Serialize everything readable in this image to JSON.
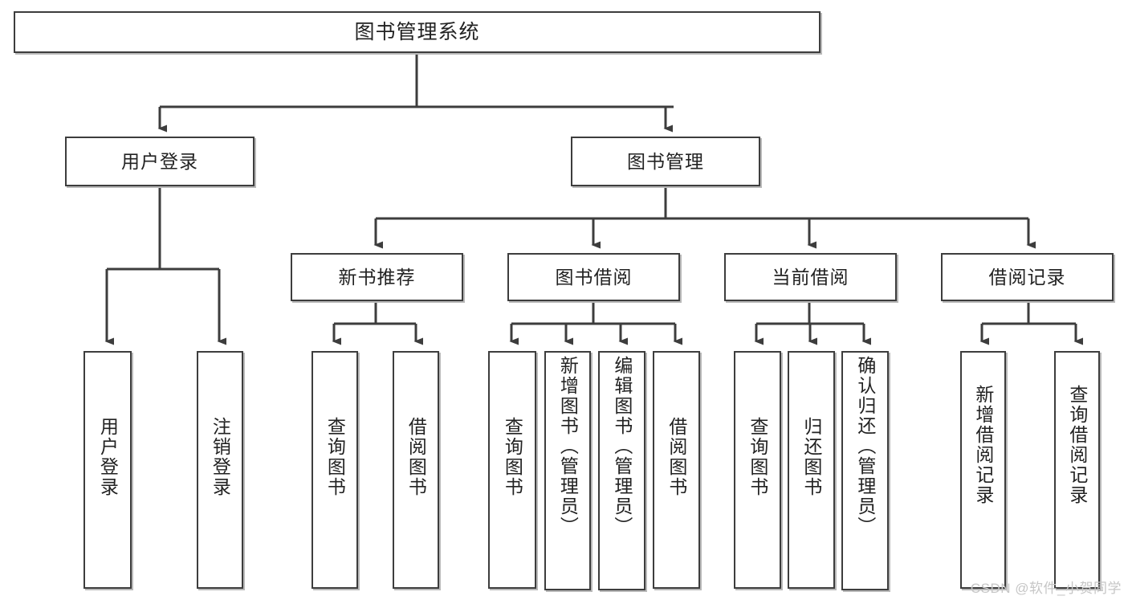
{
  "diagram": {
    "type": "tree-functional-decomposition",
    "root": {
      "id": "root",
      "label": "图书管理系统"
    },
    "level2": [
      {
        "id": "login",
        "label": "用户登录"
      },
      {
        "id": "bookmgmt",
        "label": "图书管理"
      }
    ],
    "level3": [
      {
        "id": "newbook",
        "label": "新书推荐",
        "parent": "bookmgmt"
      },
      {
        "id": "borrow",
        "label": "图书借阅",
        "parent": "bookmgmt"
      },
      {
        "id": "current",
        "label": "当前借阅",
        "parent": "bookmgmt"
      },
      {
        "id": "record",
        "label": "借阅记录",
        "parent": "bookmgmt"
      }
    ],
    "leaves": [
      {
        "id": "leaf-user-login",
        "label": "用户登录",
        "parent": "login"
      },
      {
        "id": "leaf-user-logout",
        "label": "注销登录",
        "parent": "login"
      },
      {
        "id": "leaf-newbook-query",
        "label": "查询图书",
        "parent": "newbook"
      },
      {
        "id": "leaf-newbook-borrow",
        "label": "借阅图书",
        "parent": "newbook"
      },
      {
        "id": "leaf-borrow-query",
        "label": "查询图书",
        "parent": "borrow"
      },
      {
        "id": "leaf-borrow-add",
        "label": "新增图书（管理员）",
        "parent": "borrow"
      },
      {
        "id": "leaf-borrow-edit",
        "label": "编辑图书（管理员）",
        "parent": "borrow"
      },
      {
        "id": "leaf-borrow-lend",
        "label": "借阅图书",
        "parent": "borrow"
      },
      {
        "id": "leaf-current-query",
        "label": "查询图书",
        "parent": "current"
      },
      {
        "id": "leaf-current-return",
        "label": "归还图书",
        "parent": "current"
      },
      {
        "id": "leaf-current-confirm",
        "label": "确认归还（管理员）",
        "parent": "current"
      },
      {
        "id": "leaf-record-add",
        "label": "新增借阅记录",
        "parent": "record"
      },
      {
        "id": "leaf-record-query",
        "label": "查询借阅记录",
        "parent": "record"
      }
    ]
  },
  "watermark": {
    "text": "CSDN @软件_小贺同学"
  },
  "colors": {
    "border": "#3d3d3d",
    "text": "#222222",
    "background": "#ffffff",
    "wire": "#3d3d3d",
    "watermark": "#c6c6c6"
  }
}
